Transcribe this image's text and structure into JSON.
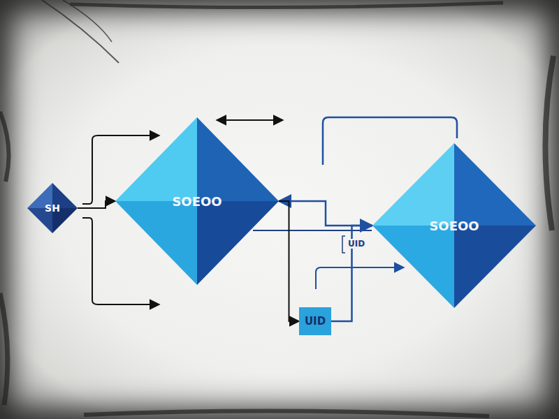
{
  "diagram": {
    "nodes": [
      {
        "text": [
          "SH"
        ]
      },
      {
        "text": [
          "SOEOO"
        ]
      },
      {
        "text": [
          "SOEOO"
        ]
      },
      {
        "text": [
          "UID"
        ]
      }
    ],
    "edges": [
      {
        "from": 0,
        "to": 1,
        "arrow": "to"
      },
      {
        "from": 1,
        "to": 2,
        "arrow": "both"
      },
      {
        "from": 1,
        "to": 3,
        "arrow": "to"
      },
      {
        "from": 3,
        "to": 2,
        "arrow": "none"
      }
    ],
    "labels": [
      "UID"
    ]
  }
}
